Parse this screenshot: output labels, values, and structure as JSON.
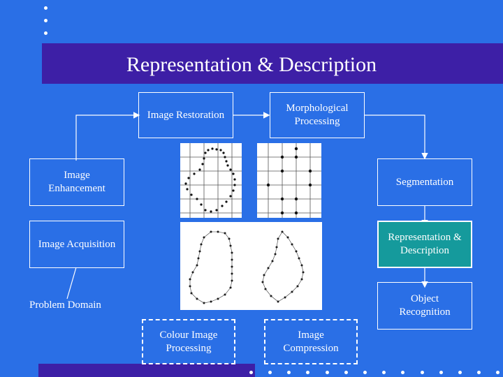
{
  "slide": {
    "title": "Representation & Description"
  },
  "diagram": {
    "nodes": {
      "image_restoration": "Image Restoration",
      "morphological_processing": "Morphological\nProcessing",
      "image_enhancement": "Image\nEnhancement",
      "segmentation": "Segmentation",
      "image_acquisition": "Image Acquisition",
      "representation_description": "Representation &\nDescription",
      "object_recognition": "Object\nRecognition",
      "colour_image_processing": "Colour Image\nProcessing",
      "image_compression": "Image\nCompression"
    },
    "problem_domain": "Problem Domain",
    "highlighted_node": "representation_description",
    "colors": {
      "background": "#2a6fe6",
      "title_band": "#3d1fa6",
      "highlight": "#159a9c",
      "lines": "#ffffff"
    }
  }
}
